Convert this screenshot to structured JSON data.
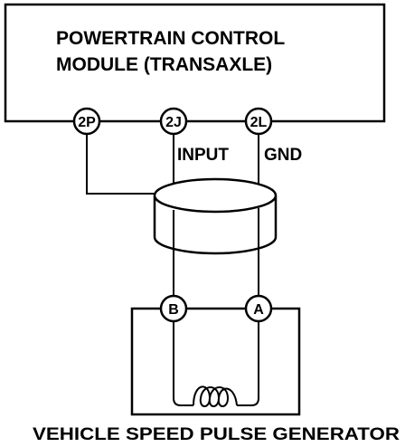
{
  "module": {
    "title_line1": "POWERTRAIN CONTROL",
    "title_line2": "MODULE (TRANSAXLE)"
  },
  "module_pins": [
    {
      "id": "2P",
      "label": "2P"
    },
    {
      "id": "2J",
      "label": "2J"
    },
    {
      "id": "2L",
      "label": "2L"
    }
  ],
  "wire_labels": {
    "input": "INPUT",
    "gnd": "GND"
  },
  "sensor_pins": [
    {
      "id": "B",
      "label": "B"
    },
    {
      "id": "A",
      "label": "A"
    }
  ],
  "sensor": {
    "caption": "VEHICLE SPEED PULSE GENERATOR"
  },
  "colors": {
    "line": "#000000",
    "background": "#ffffff"
  }
}
